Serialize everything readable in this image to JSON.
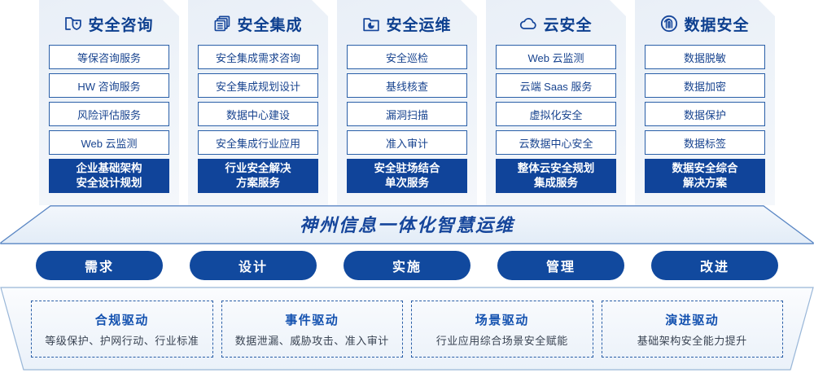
{
  "columns": [
    {
      "icon": "folder-shield-icon",
      "title": "安全咨询",
      "items": [
        "等保咨询服务",
        "HW 咨询服务",
        "风险评估服务",
        "Web 云监测"
      ],
      "accent": [
        "企业基础架构",
        "安全设计规划"
      ]
    },
    {
      "icon": "stacked-documents-icon",
      "title": "安全集成",
      "items": [
        "安全集成需求咨询",
        "安全集成规划设计",
        "数据中心建设",
        "安全集成行业应用"
      ],
      "accent": [
        "行业安全解决",
        "方案服务"
      ]
    },
    {
      "icon": "folder-chart-icon",
      "title": "安全运维",
      "items": [
        "安全巡检",
        "基线核查",
        "漏洞扫描",
        "准入审计"
      ],
      "accent": [
        "安全驻场结合",
        "单次服务"
      ]
    },
    {
      "icon": "cloud-icon",
      "title": "云安全",
      "items": [
        "Web 云监测",
        "云端 Saas 服务",
        "虚拟化安全",
        "云数据中心安全"
      ],
      "accent": [
        "整体云安全规划",
        "集成服务"
      ]
    },
    {
      "icon": "fingerprint-icon",
      "title": "数据安全",
      "items": [
        "数据脱敏",
        "数据加密",
        "数据保护",
        "数据标签"
      ],
      "accent": [
        "数据安全综合",
        "解决方案"
      ]
    }
  ],
  "banner": {
    "text": "神州信息一体化智慧运维"
  },
  "pills": [
    {
      "label": "需求"
    },
    {
      "label": "设计"
    },
    {
      "label": "实施"
    },
    {
      "label": "管理"
    },
    {
      "label": "改进"
    }
  ],
  "drivers": [
    {
      "title": "合规驱动",
      "subtitle": "等级保护、护网行动、行业标准"
    },
    {
      "title": "事件驱动",
      "subtitle": "数据泄漏、威胁攻击、准入审计"
    },
    {
      "title": "场景驱动",
      "subtitle": "行业应用综合场景安全赋能"
    },
    {
      "title": "演进驱动",
      "subtitle": "基础架构安全能力提升"
    }
  ],
  "colors": {
    "brand_blue": "#10449a",
    "title_blue": "#0d3f8f",
    "border_blue": "#2a5fa8",
    "panel_bg": "#eef3f9"
  }
}
